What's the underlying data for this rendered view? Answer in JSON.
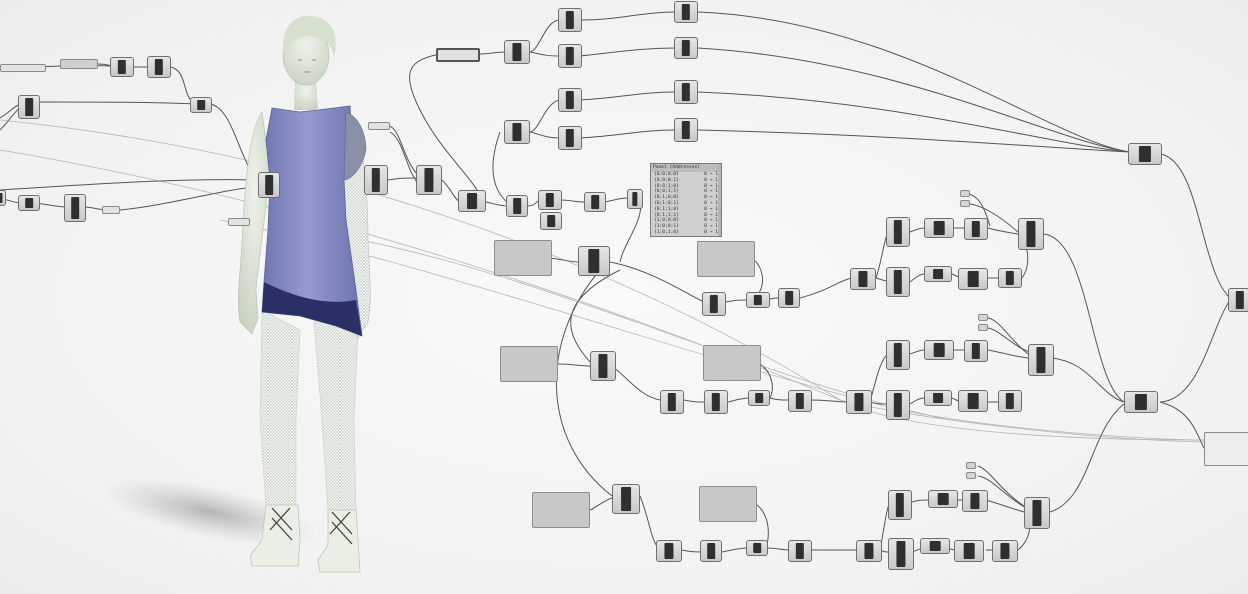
{
  "canvas": {
    "background": "#f4f4f4",
    "component_color": "#d0d0d0",
    "wire_color": "#3a3a3a"
  },
  "model": {
    "figure_color": "#e3ebde",
    "garment_color": "#8389c2",
    "garment_hem_color": "#2a2f66"
  },
  "panel": {
    "title": "Panel (Addresses)",
    "rows": [
      {
        "path": "{0;0;0;0}",
        "value": "0 → 1"
      },
      {
        "path": "{0;0;0;1}",
        "value": "0 → 1"
      },
      {
        "path": "{0;0;1;0}",
        "value": "0 → 1"
      },
      {
        "path": "{0;0;1;1}",
        "value": "0 → 1"
      },
      {
        "path": "{0;1;0;0}",
        "value": "0 → 1"
      },
      {
        "path": "{0;1;0;1}",
        "value": "0 → 1"
      },
      {
        "path": "{0;1;1;0}",
        "value": "0 → 1"
      },
      {
        "path": "{0;1;1;1}",
        "value": "0 → 1"
      },
      {
        "path": "{1;0;0;0}",
        "value": "0 → 1"
      },
      {
        "path": "{1;0;0;1}",
        "value": "0 → 1"
      },
      {
        "path": "{1;0;1;0}",
        "value": "0 → 1"
      }
    ]
  }
}
